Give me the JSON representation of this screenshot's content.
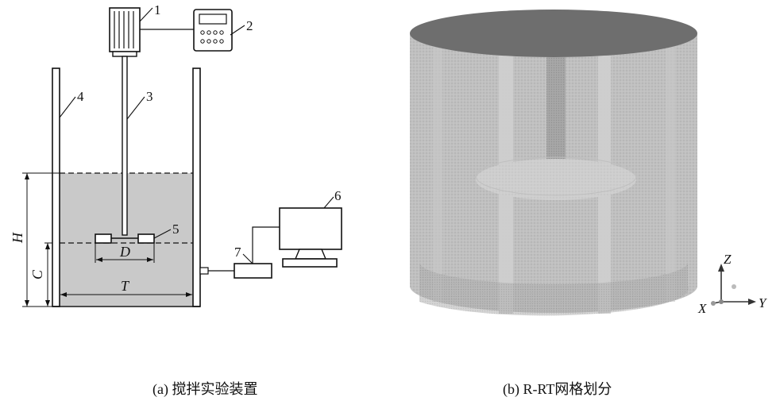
{
  "panel_a": {
    "caption": "(a) 搅拌实验装置",
    "labels": {
      "l1": "1",
      "l2": "2",
      "l3": "3",
      "l4": "4",
      "l5": "5",
      "l6": "6",
      "l7": "7",
      "H": "H",
      "C": "C",
      "D": "D",
      "T": "T"
    }
  },
  "panel_b": {
    "caption": "(b) R-RT网格划分",
    "axes": {
      "z": "Z",
      "x": "X",
      "y": "Y"
    }
  },
  "colors": {
    "liquid": "#c9c9c9",
    "mesh_body": "#bdbdbd",
    "mesh_top": "#6e6e6e",
    "line": "#111111"
  }
}
